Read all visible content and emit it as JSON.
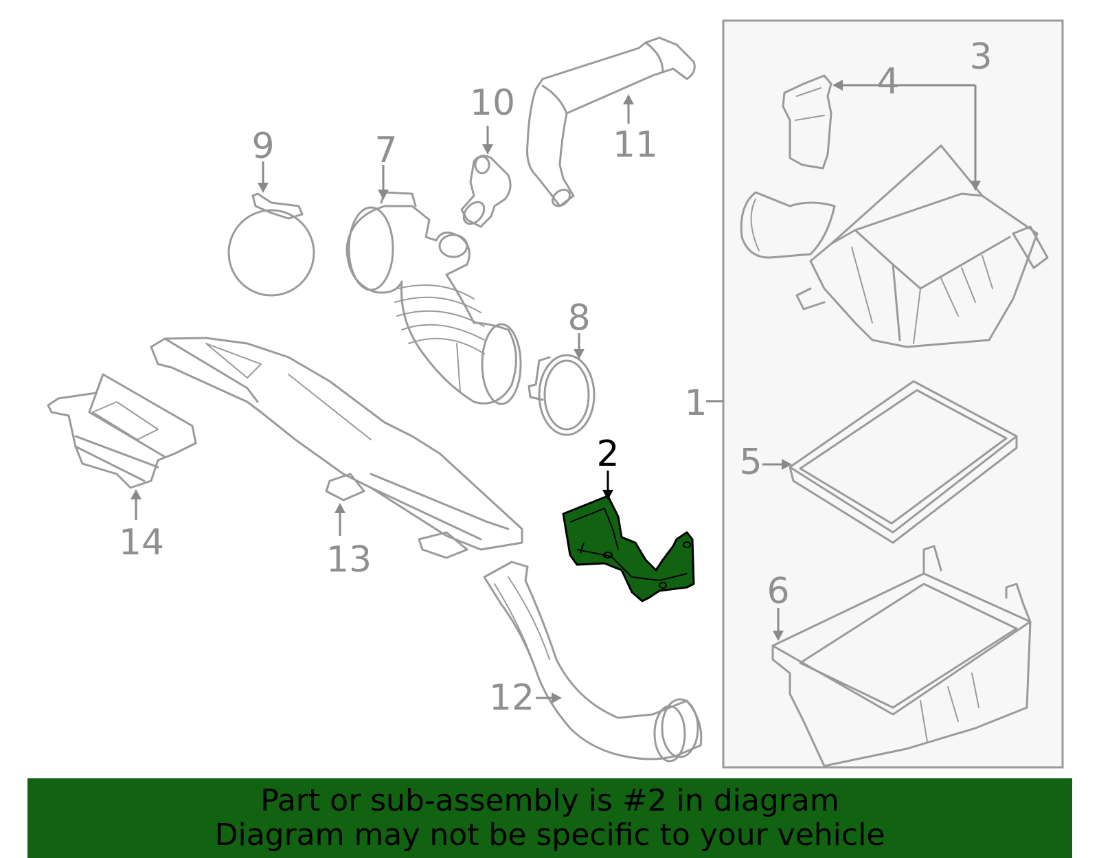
{
  "colors": {
    "highlight": "#116311",
    "part_line": "#9a9a9a",
    "callout_text": "#8f8f8f",
    "banner_bg": "#116311",
    "banner_text": "#000000",
    "assembly_box_fill": "#f7f7f7"
  },
  "highlighted_part": "2",
  "callouts": {
    "c1": "1",
    "c2": "2",
    "c3": "3",
    "c4": "4",
    "c5": "5",
    "c6": "6",
    "c7": "7",
    "c8": "8",
    "c9": "9",
    "c10": "10",
    "c11": "11",
    "c12": "12",
    "c13": "13",
    "c14": "14"
  },
  "banner": {
    "line1": "Part or sub-assembly is #2 in diagram",
    "line2": "Diagram may not be specific to your vehicle"
  }
}
